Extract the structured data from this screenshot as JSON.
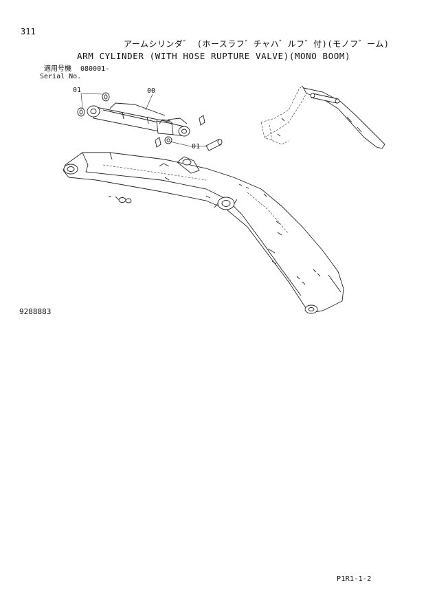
{
  "header": {
    "page_number": "311",
    "title_jp": "アームシリンダ゛ (ホースラフ゛チャハ゛ルフ゛付)(モノフ゛ーム)",
    "title_en": "ARM CYLINDER (WITH HOSE RUPTURE VALVE)(MONO BOOM)"
  },
  "serial": {
    "label_jp": "適用号機",
    "label_en": "Serial No.",
    "value": "080001-"
  },
  "callouts": {
    "cylinder": "00",
    "seal_upper": "01",
    "seal_lower": "01"
  },
  "drawing_number": "9288883",
  "footer_code": "P1R1-1-2",
  "icons": {
    "main": "boom-arm-cylinder-exploded-diagram",
    "inset": "excavator-front-attachment-inset"
  }
}
